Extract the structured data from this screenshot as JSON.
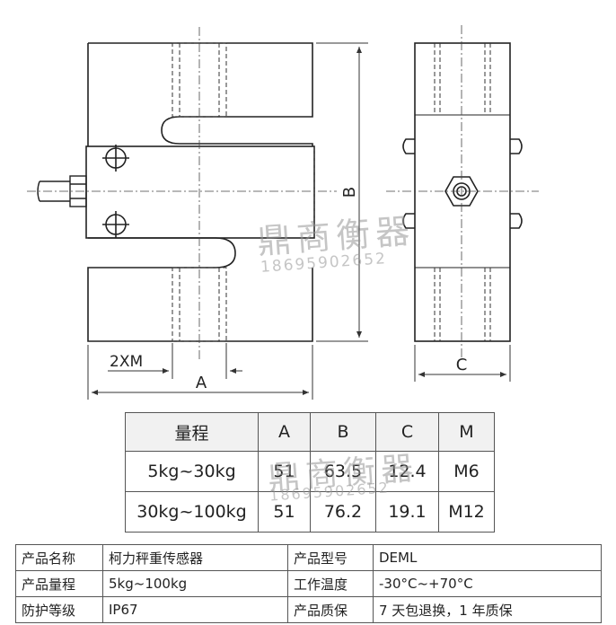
{
  "drawing": {
    "dim_labels": {
      "a": "A",
      "b": "B",
      "c": "C",
      "thread": "2XM"
    }
  },
  "watermark": {
    "name": "鼎商衡器",
    "phone": "18695902652"
  },
  "dims_table": {
    "headers": [
      "量程",
      "A",
      "B",
      "C",
      "M"
    ],
    "rows": [
      [
        "5kg~30kg",
        "51",
        "63.5",
        "12.4",
        "M6"
      ],
      [
        "30kg~100kg",
        "51",
        "76.2",
        "19.1",
        "M12"
      ]
    ]
  },
  "spec_table": {
    "rows": [
      [
        "产品名称",
        "柯力秤重传感器",
        "产品型号",
        "DEML"
      ],
      [
        "产品量程",
        "5kg~100kg",
        "工作温度",
        "-30°C~+70°C"
      ],
      [
        "防护等级",
        "IP67",
        "产品质保",
        "7 天包退换，1 年质保"
      ]
    ]
  }
}
